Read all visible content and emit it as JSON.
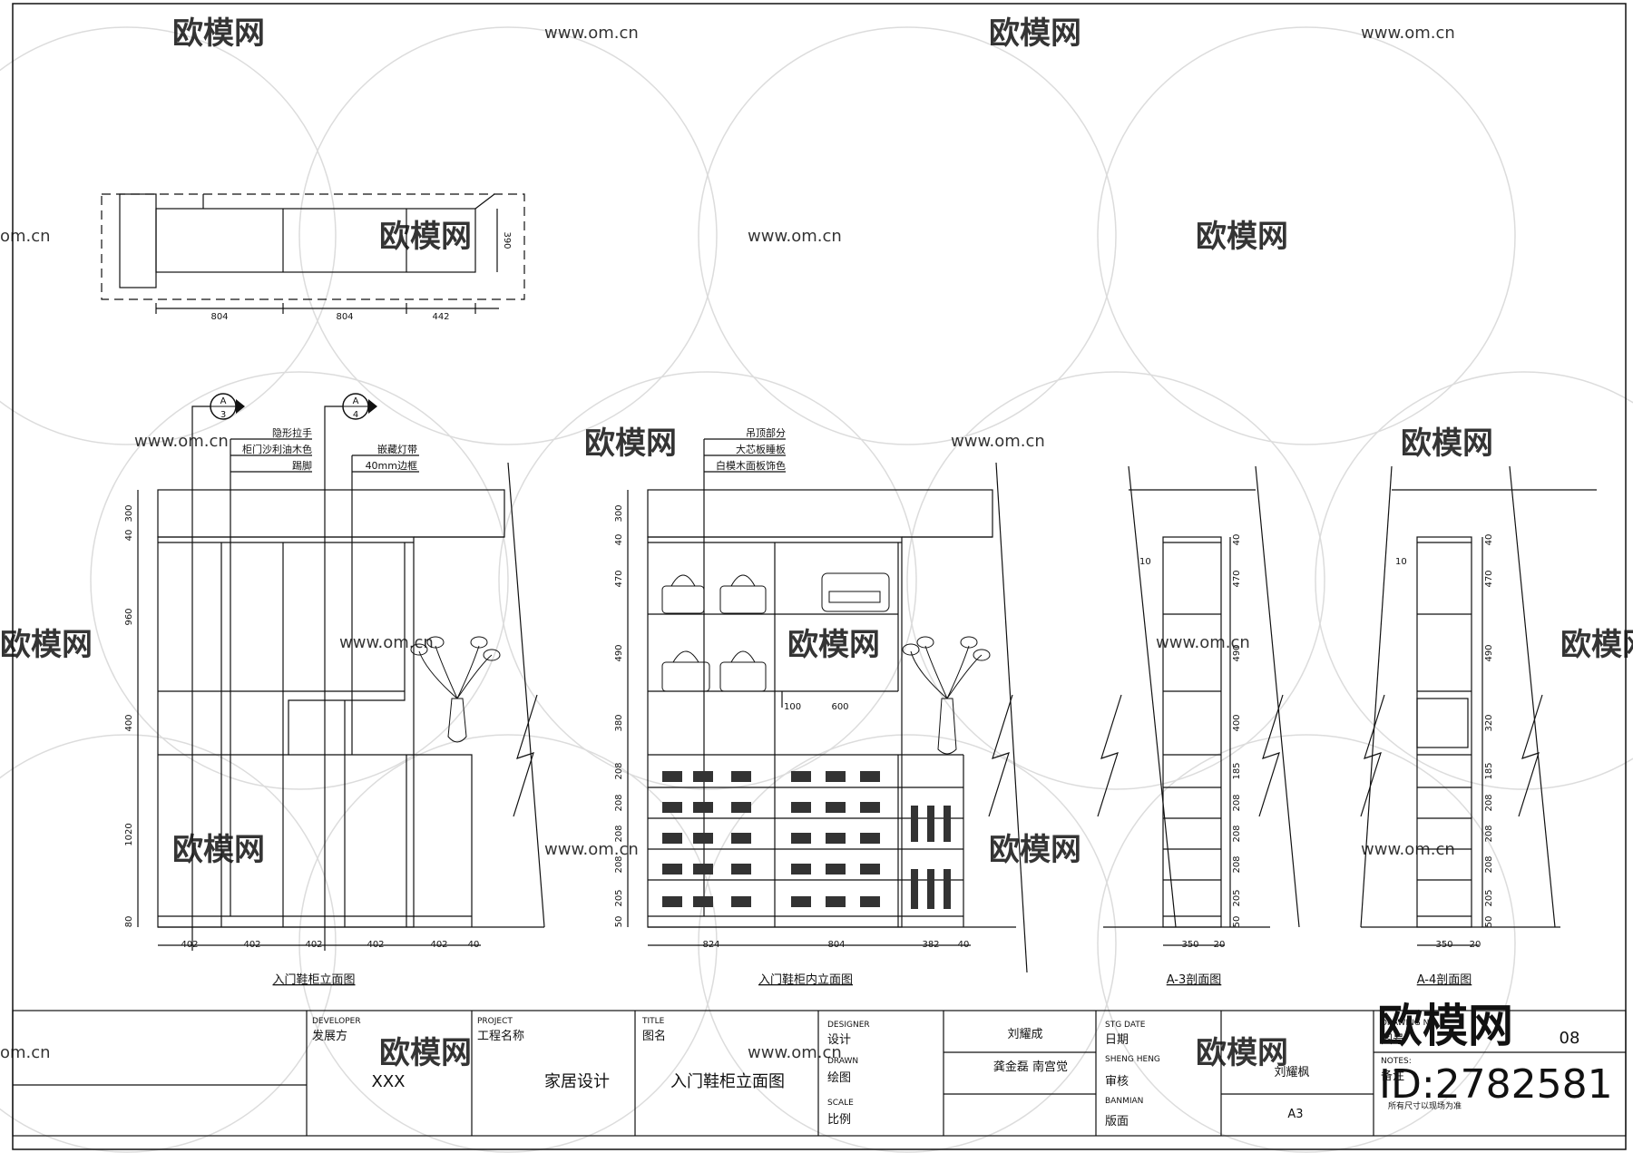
{
  "watermarks": {
    "logo": "欧模网",
    "url": "www.om.cn",
    "url_short": "om.cn",
    "id_label": "ID:2782581"
  },
  "plan_view": {
    "dims": [
      "804",
      "804",
      "442"
    ],
    "depth": "390"
  },
  "elevation_front": {
    "title": "入门鞋柜立面图",
    "section_markers": [
      {
        "top": "A",
        "bottom": "3"
      },
      {
        "top": "A",
        "bottom": "4"
      }
    ],
    "notes_left": [
      "隐形拉手",
      "柜门沙利油木色",
      "踢脚"
    ],
    "notes_right": [
      "嵌藏灯带",
      "40mm边框"
    ],
    "vertical_dims": [
      "40",
      "300",
      "960",
      "400",
      "1020",
      "80"
    ],
    "horizontal_dims": [
      "402",
      "402",
      "402",
      "402",
      "402",
      "40"
    ]
  },
  "elevation_inner": {
    "title": "入门鞋柜内立面图",
    "notes": [
      "吊顶部分",
      "大芯板睡板",
      "白模木面板饰色"
    ],
    "vertical_dims": [
      "40",
      "300",
      "470",
      "490",
      "380",
      "208",
      "208",
      "208",
      "208",
      "205",
      "50"
    ],
    "horizontal_dims": [
      "824",
      "804",
      "382",
      "40"
    ],
    "drawer_dims": [
      "100",
      "600"
    ]
  },
  "section_a3": {
    "title": "A-3剖面图",
    "top_dim": "10",
    "vertical_dims": [
      "40",
      "470",
      "490",
      "400",
      "185",
      "208",
      "208",
      "208",
      "205",
      "50"
    ],
    "horizontal_dims": [
      "350",
      "20"
    ]
  },
  "section_a4": {
    "title": "A-4剖面图",
    "top_dim": "10",
    "vertical_dims": [
      "40",
      "470",
      "490",
      "320",
      "185",
      "208",
      "208",
      "208",
      "205",
      "50"
    ],
    "horizontal_dims": [
      "350",
      "20"
    ]
  },
  "title_block": {
    "developer_en": "DEVELOPER",
    "developer_cn": "发展方",
    "developer_value": "XXX",
    "project_en": "PROJECT",
    "project_cn": "工程名称",
    "project_value": "家居设计",
    "title_en": "TITLE",
    "title_cn": "图名",
    "title_value": "入门鞋柜立面图",
    "designer_en": "DESIGNER",
    "designer_cn": "设计",
    "designer_value": "刘耀成",
    "drawn_en": "DRAWN",
    "drawn_cn": "绘图",
    "drawn_value": "龚金磊  南宫觉",
    "scale_en": "SCALE",
    "scale_cn": "比例",
    "stg_date_en": "STG DATE",
    "stg_date_cn": "日期",
    "sheng_en": "SHENG HENG",
    "sheng_cn": "审核",
    "sheng_value": "刘耀枫",
    "banmian_en": "BANMIAN",
    "banmian_cn": "版面",
    "banmian_value": "A3",
    "drawing_no_en": "DRAWING NO",
    "drawing_no_cn": "图号",
    "drawing_no_value": "08",
    "notes_en": "NOTES:",
    "notes_cn": "备注",
    "notes_value": "所有尺寸以现场为准"
  },
  "colors": {
    "line": "#111111",
    "watermark": "#c8c8c8"
  }
}
